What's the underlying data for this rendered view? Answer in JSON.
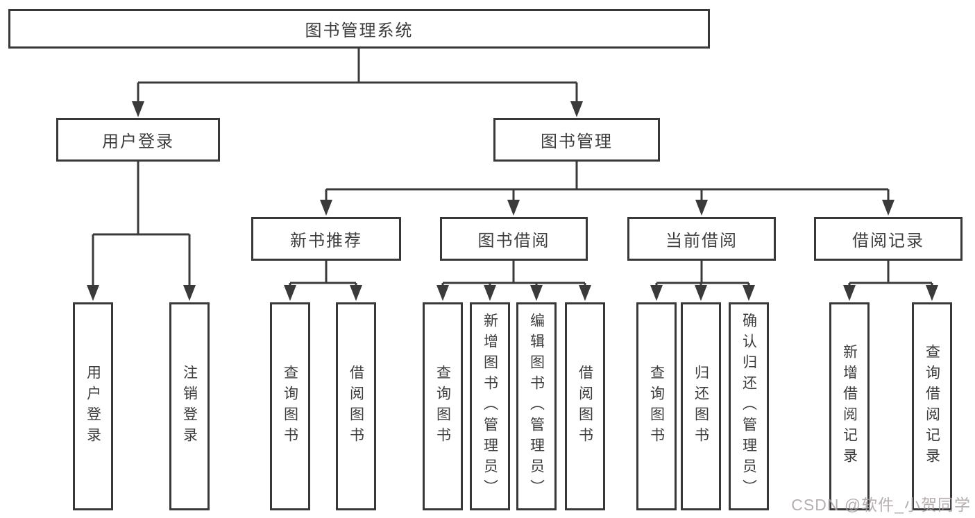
{
  "diagram": {
    "root": {
      "label": "图书管理系统"
    },
    "branches": [
      {
        "label": "用户登录",
        "children": [
          {
            "label": "用户登录"
          },
          {
            "label": "注销登录"
          }
        ]
      },
      {
        "label": "图书管理",
        "children": [
          {
            "label": "新书推荐",
            "children": [
              {
                "label": "查询图书"
              },
              {
                "label": "借阅图书"
              }
            ]
          },
          {
            "label": "图书借阅",
            "children": [
              {
                "label": "查询图书"
              },
              {
                "label": "新增图书（管理员）"
              },
              {
                "label": "编辑图书（管理员）"
              },
              {
                "label": "借阅图书"
              }
            ]
          },
          {
            "label": "当前借阅",
            "children": [
              {
                "label": "查询图书"
              },
              {
                "label": "归还图书"
              },
              {
                "label": "确认归还（管理员）"
              }
            ]
          },
          {
            "label": "借阅记录",
            "children": [
              {
                "label": "新增借阅记录"
              },
              {
                "label": "查询借阅记录"
              }
            ]
          }
        ]
      }
    ]
  },
  "watermark": {
    "text": "CSDN @软件_小贺同学",
    "color": "#aba2a2"
  },
  "colors": {
    "line": "#3a3a3a",
    "box_border": "#383838",
    "box_background": "#ffffff",
    "text": "#3d3d3d",
    "page_background": "#ffffff"
  }
}
